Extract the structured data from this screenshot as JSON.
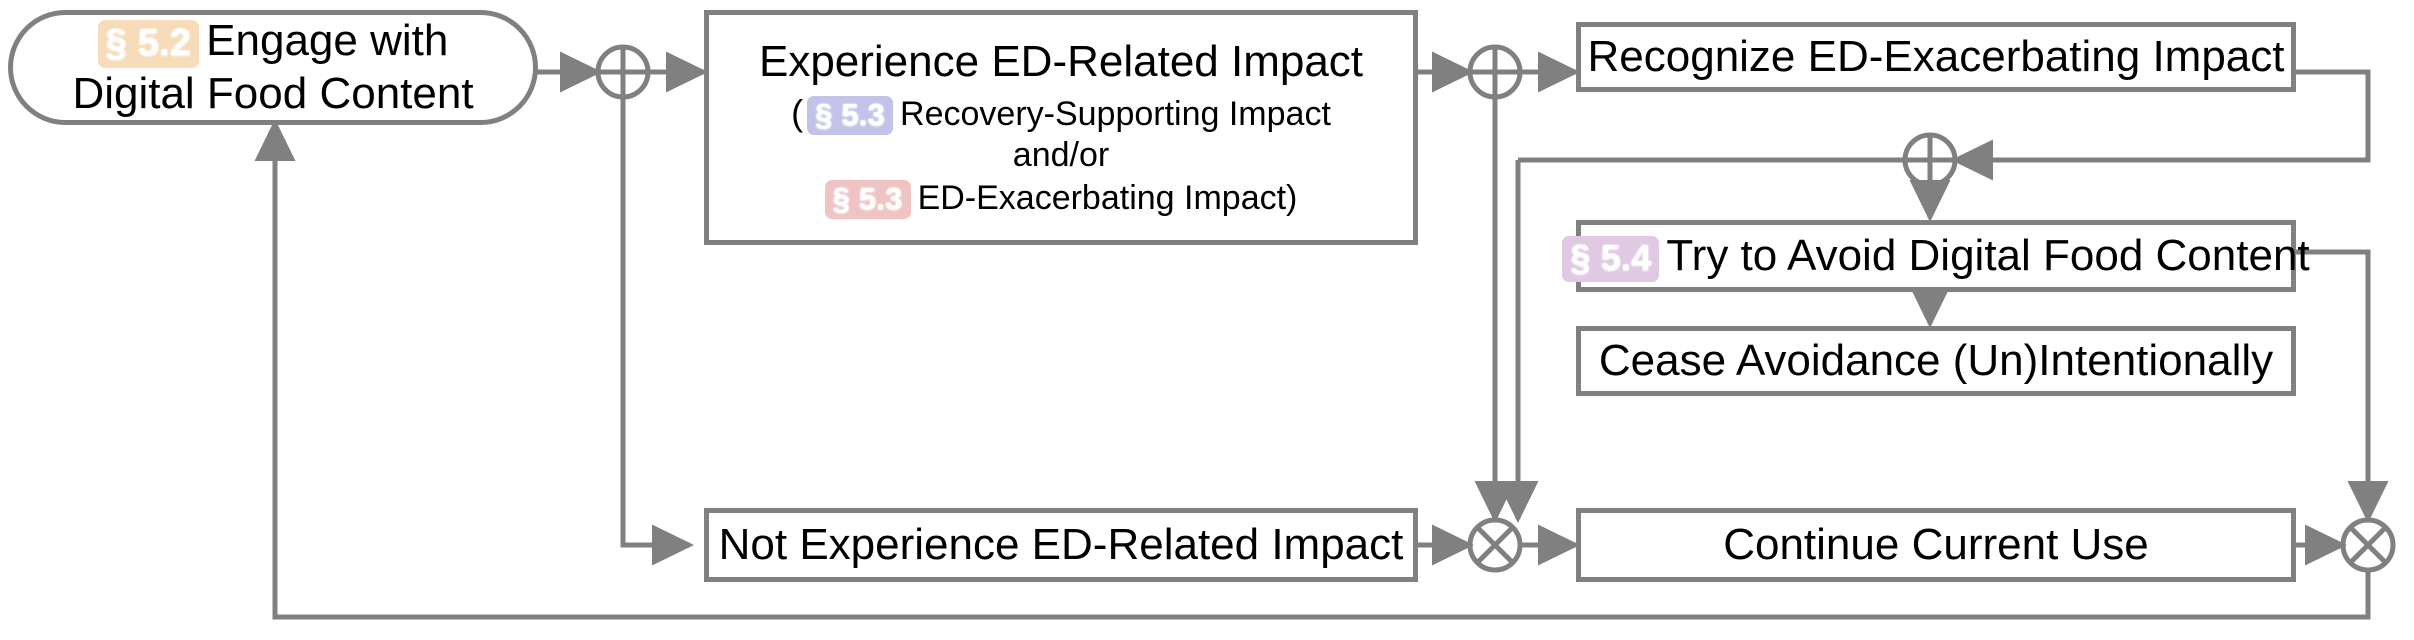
{
  "diagram": {
    "title": "ED-Related Digital Food Content Engagement Flow",
    "stroke_color": "#808080",
    "text_color": "#000000",
    "background": "#ffffff",
    "tag_colors": {
      "s52": "#f7dcb9",
      "s53_recovery": "#c3c3ea",
      "s53_exacerbating": "#f0c4c4",
      "s54": "#e0c9e3"
    },
    "nodes": [
      {
        "id": "engage",
        "shape": "rounded-rectangle",
        "tag": "§ 5.2",
        "line1": "Engage with",
        "line2": "Digital Food Content"
      },
      {
        "id": "experience",
        "shape": "rectangle",
        "line1": "Experience ED-Related Impact",
        "open_paren": "(",
        "tag_recovery": "§ 5.3",
        "line2": "Recovery-Supporting Impact",
        "line3": "and/or",
        "tag_exacerbating": "§ 5.3",
        "line4": "ED-Exacerbating Impact)"
      },
      {
        "id": "recognize",
        "shape": "rectangle",
        "label": "Recognize ED-Exacerbating Impact"
      },
      {
        "id": "avoid",
        "shape": "rectangle",
        "tag": "§ 5.4",
        "label": "Try to Avoid Digital Food Content"
      },
      {
        "id": "cease",
        "shape": "rectangle",
        "label": "Cease Avoidance (Un)Intentionally"
      },
      {
        "id": "not-experience",
        "shape": "rectangle",
        "label": "Not Experience ED-Related Impact"
      },
      {
        "id": "continue",
        "shape": "rectangle",
        "label": "Continue Current Use"
      }
    ],
    "junctions": [
      {
        "id": "j1",
        "glyph": "⊕",
        "name": "merge-after-engage"
      },
      {
        "id": "j2",
        "glyph": "⊕",
        "name": "merge-after-experience"
      },
      {
        "id": "j3",
        "glyph": "⊕",
        "name": "merge-before-avoid"
      },
      {
        "id": "j4",
        "glyph": "⊗",
        "name": "split-before-continue"
      },
      {
        "id": "j5",
        "glyph": "⊗",
        "name": "split-after-continue"
      }
    ]
  }
}
